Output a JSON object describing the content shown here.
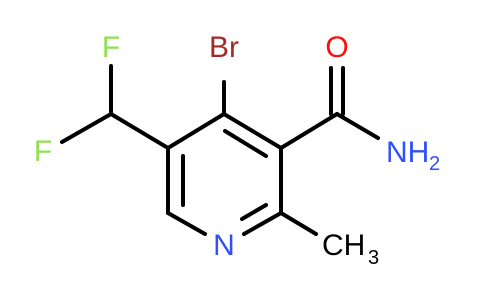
{
  "molecule": {
    "atoms": {
      "br": "Br",
      "o": "O",
      "nh2_main": "NH",
      "nh2_sub": "2",
      "f_top": "F",
      "f_left": "F",
      "n_ring": "N",
      "ch3_main": "CH",
      "ch3_sub": "3"
    },
    "colors": {
      "bond": "#000000",
      "bromine": "#A62929",
      "oxygen": "#FF0D0D",
      "nitrogen": "#3050F8",
      "fluorine": "#90E050",
      "carbon": "#000000"
    }
  }
}
